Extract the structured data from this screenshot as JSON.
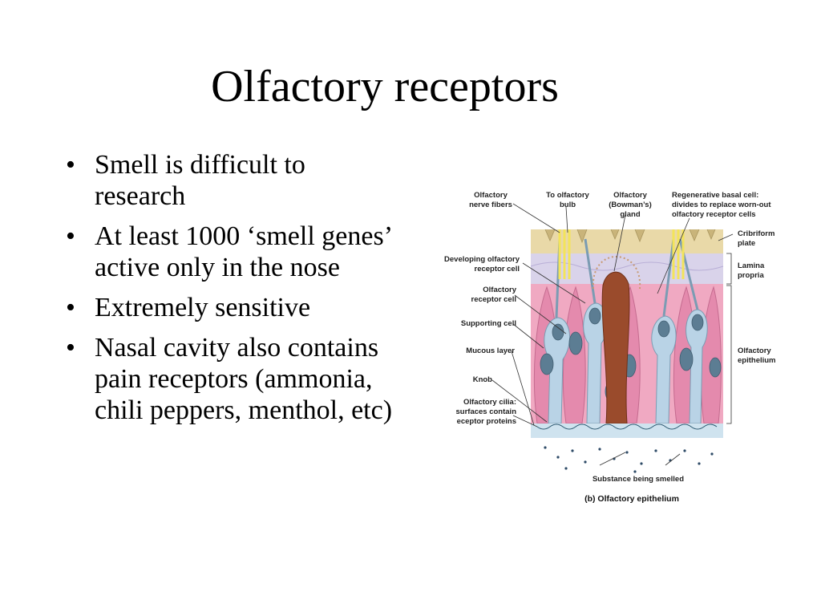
{
  "slide": {
    "title": "Olfactory receptors",
    "bullets": [
      "Smell is difficult to research",
      "At least 1000 ‘smell genes’ active only in the nose",
      "Extremely sensitive",
      "Nasal cavity also contains pain receptors (ammonia, chili peppers, menthol, etc)"
    ]
  },
  "figure": {
    "caption": "(b) Olfactory epithelium",
    "labels": {
      "nerve_fibers": [
        "Olfactory",
        "nerve fibers"
      ],
      "to_bulb": [
        "To olfactory",
        "bulb"
      ],
      "gland": [
        "Olfactory",
        "(Bowman’s)",
        "gland"
      ],
      "basal": [
        "Regenerative basal cell:",
        "divides to replace worn-out",
        "olfactory receptor cells"
      ],
      "cribriform": [
        "Cribriform",
        "plate"
      ],
      "lamina": [
        "Lamina",
        "propria"
      ],
      "developing": [
        "Developing olfactory",
        "receptor cell"
      ],
      "receptor": [
        "Olfactory",
        "receptor cell"
      ],
      "supporting": "Supporting cell",
      "mucous": "Mucous layer",
      "knob": "Knob",
      "cilia": [
        "Olfactory cilia:",
        "surfaces contain",
        "eceptor proteins"
      ],
      "epithelium": [
        "Olfactory",
        "epithelium"
      ],
      "substance": "Substance being smelled"
    },
    "colors": {
      "bone": "#e9d9a8",
      "lamina": "#d9d3ea",
      "epithelium": "#f0a9c2",
      "receptor": "#b9d3e6",
      "nucleus": "#5c7d93",
      "nerve": "#f3e45a",
      "gland": "#9a4b2c"
    }
  }
}
